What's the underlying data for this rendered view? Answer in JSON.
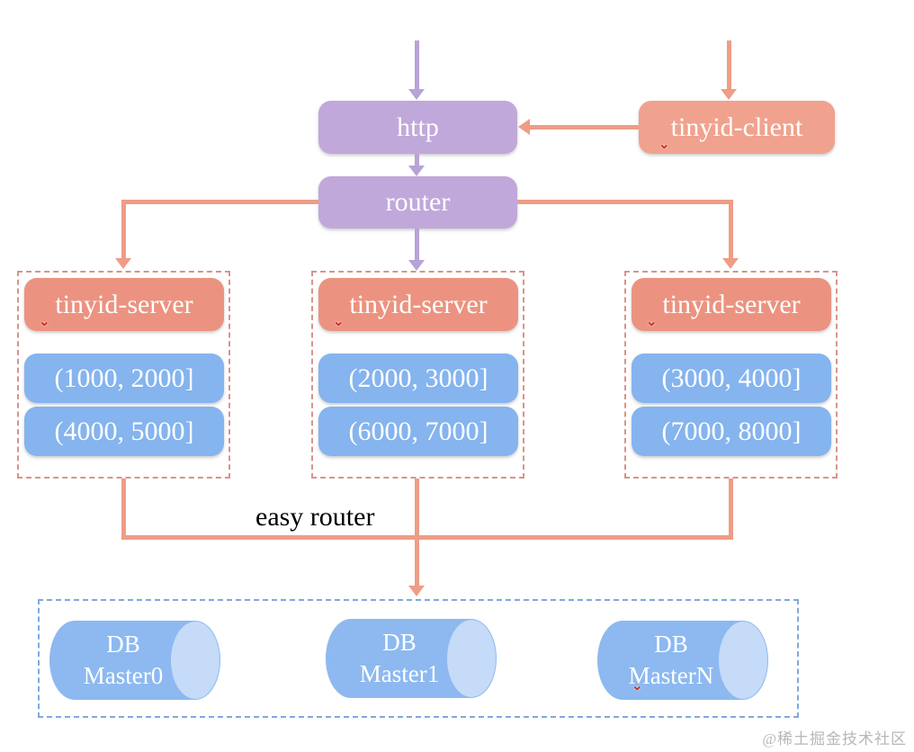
{
  "diagram": {
    "top": {
      "http_label": "http",
      "router_label": "router",
      "client_label": "tinyid-client"
    },
    "servers": [
      {
        "label": "tinyid-server",
        "range1": "(1000, 2000]",
        "range2": "(4000, 5000]"
      },
      {
        "label": "tinyid-server",
        "range1": "(2000, 3000]",
        "range2": "(6000, 7000]"
      },
      {
        "label": "tinyid-server",
        "range1": "(3000, 4000]",
        "range2": "(7000, 8000]"
      }
    ],
    "easy_router_label": "easy router",
    "databases": [
      {
        "name_line1": "DB",
        "name_line2": "Master0"
      },
      {
        "name_line1": "DB",
        "name_line2": "Master1"
      },
      {
        "name_line1": "DB",
        "name_line2": "MasterN"
      }
    ],
    "watermark": "@稀土掘金技术社区",
    "colors": {
      "purple_fill": "#c1a8da",
      "purple_arrow": "#b7a3d8",
      "salmon_fill": "#f0a28e",
      "salmon_server": "#eb9380",
      "salmon_arrow": "#ee9d86",
      "salmon_dashed": "#d8948a",
      "blue_fill": "#85b4ee",
      "blue_dashed": "#7fa9de",
      "cylinder_body": "#8db9f0",
      "cylinder_cap": "#c5dbf8",
      "label_black": "#000000",
      "watermark_gray": "#a9abad",
      "spellmark_red": "#cf2b22"
    }
  }
}
